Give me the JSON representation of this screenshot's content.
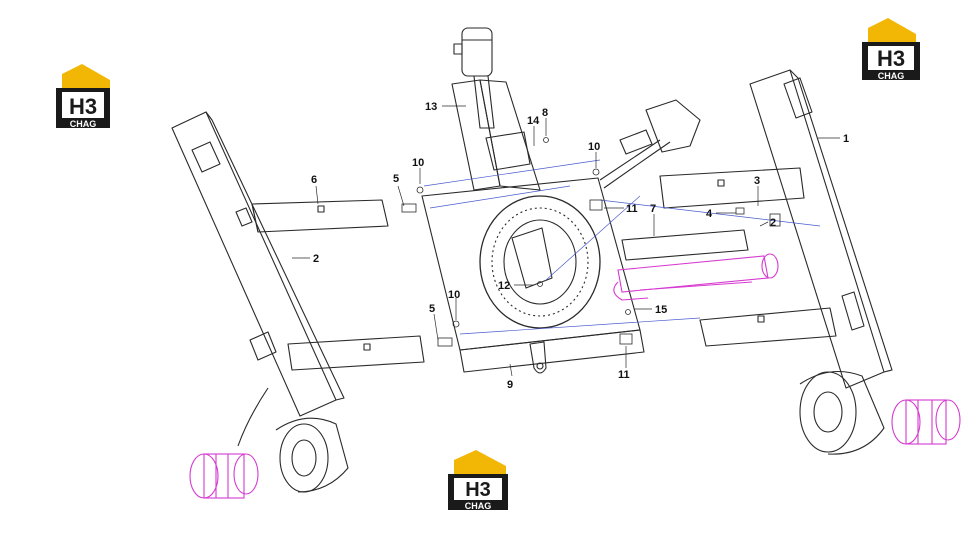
{
  "logos": [
    {
      "id": "logo-left",
      "mark": "H3",
      "caption": "CHAG"
    },
    {
      "id": "logo-right",
      "mark": "H3",
      "caption": "CHAG"
    },
    {
      "id": "logo-bottom",
      "mark": "H3",
      "caption": "CHAG"
    }
  ],
  "colors": {
    "line": "#2a2a2a",
    "leader": "#4a5bd0",
    "hydraulic": "#d63ad0",
    "logo_yellow": "#f2b705",
    "logo_dark": "#1a1a1a"
  },
  "callouts": [
    "1",
    "2",
    "2",
    "3",
    "4",
    "5",
    "5",
    "6",
    "7",
    "8",
    "9",
    "10",
    "10",
    "10",
    "11",
    "11",
    "12",
    "13",
    "14",
    "15"
  ]
}
